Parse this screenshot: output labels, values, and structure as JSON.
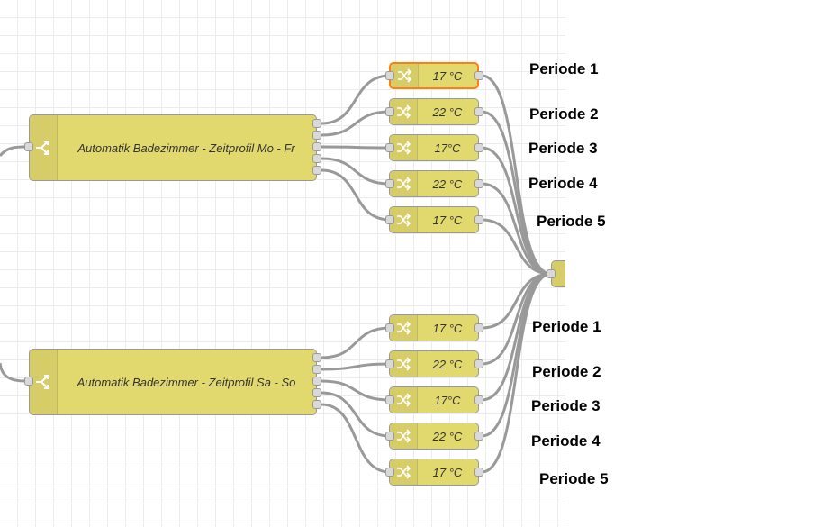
{
  "flow": {
    "switch_nodes": [
      {
        "label": "Automatik Badezimmer - Zeitprofil Mo - Fr",
        "icon": "switch-icon"
      },
      {
        "label": "Automatik Badezimmer - Zeitprofil Sa - So",
        "icon": "switch-icon"
      }
    ],
    "change_nodes_top": [
      {
        "label": "17 °C",
        "icon": "shuffle-icon",
        "selected": true
      },
      {
        "label": "22 °C",
        "icon": "shuffle-icon"
      },
      {
        "label": "17°C",
        "icon": "shuffle-icon"
      },
      {
        "label": "22 °C",
        "icon": "shuffle-icon"
      },
      {
        "label": "17 °C",
        "icon": "shuffle-icon"
      }
    ],
    "change_nodes_bottom": [
      {
        "label": "17 °C",
        "icon": "shuffle-icon"
      },
      {
        "label": "22 °C",
        "icon": "shuffle-icon"
      },
      {
        "label": "17°C",
        "icon": "shuffle-icon"
      },
      {
        "label": "22 °C",
        "icon": "shuffle-icon"
      },
      {
        "label": "17 °C",
        "icon": "shuffle-icon"
      }
    ],
    "period_labels_top": [
      "Periode 1",
      "Periode 2",
      "Periode 3",
      "Periode 4",
      "Periode 5"
    ],
    "period_labels_bottom": [
      "Periode 1",
      "Periode 2",
      "Periode 3",
      "Periode 4",
      "Periode 5"
    ],
    "colors": {
      "node": "#e2d96e",
      "selected_border": "#ff7f0e",
      "wire": "#999999",
      "grid": "#ececec"
    }
  }
}
